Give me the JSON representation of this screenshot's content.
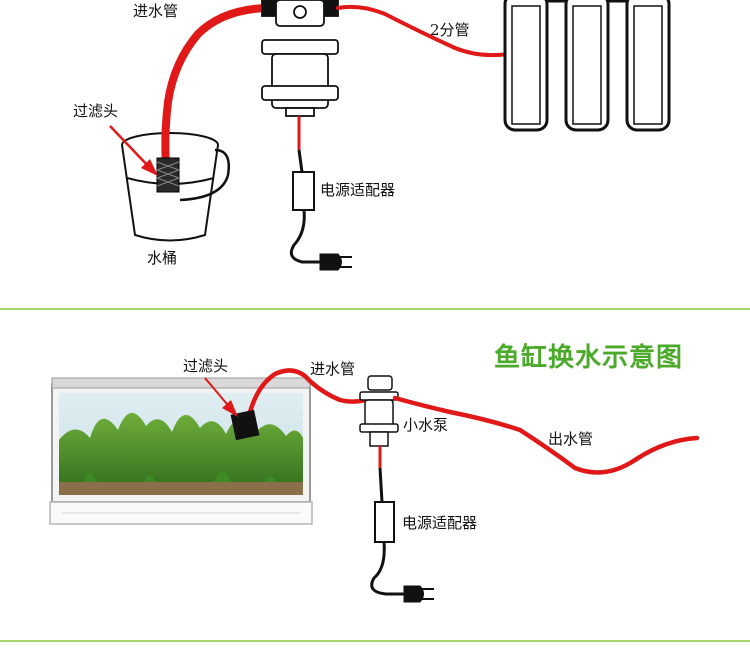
{
  "colors": {
    "hose": "#e01818",
    "divider": "#8cc63f",
    "title": "#4caa2a",
    "line": "#111111"
  },
  "top": {
    "inlet_pipe": "进水管",
    "filter_head": "过滤头",
    "bucket": "水桶",
    "power_adapter": "电源适配器",
    "pipe_size": "2分管"
  },
  "bottom": {
    "title": "鱼缸换水示意图",
    "filter_head": "过滤头",
    "inlet_pipe": "进水管",
    "small_pump": "小水泵",
    "power_adapter": "电源适配器",
    "outlet_pipe": "出水管"
  }
}
